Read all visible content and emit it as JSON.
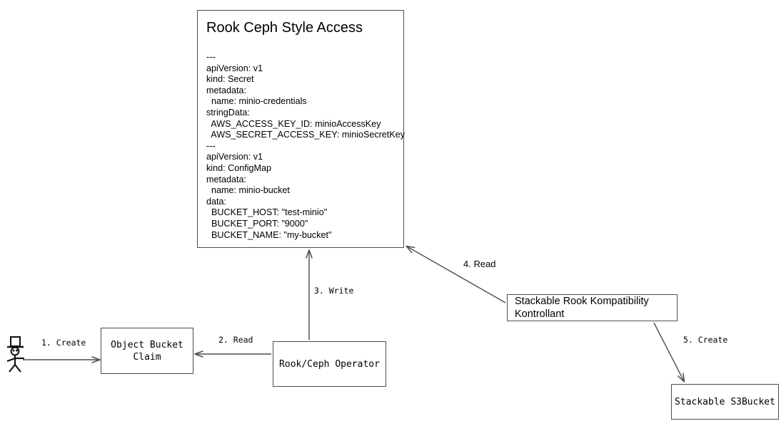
{
  "diagram": {
    "title": "Rook Ceph Style Access",
    "background_color": "#ffffff",
    "stroke_color": "#4d4d4d",
    "text_color": "#000000"
  },
  "yaml_card": {
    "title": "Rook Ceph Style Access",
    "body": "---\napiVersion: v1\nkind: Secret\nmetadata:\n  name: minio-credentials\nstringData:\n  AWS_ACCESS_KEY_ID: minioAccessKey\n  AWS_SECRET_ACCESS_KEY: minioSecretKey\n---\napiVersion: v1\nkind: ConfigMap\nmetadata:\n  name: minio-bucket\ndata:\n  BUCKET_HOST: \"test-minio\"\n  BUCKET_PORT: \"9000\"\n  BUCKET_NAME: \"my-bucket\""
  },
  "nodes": [
    {
      "id": "obc",
      "label": "Object Bucket\nClaim",
      "font": "mono"
    },
    {
      "id": "op",
      "label": "Rook/Ceph Operator",
      "font": "mono"
    },
    {
      "id": "srkk",
      "label": "Stackable Rook Kompatibility Kontrollant",
      "font": "sans"
    },
    {
      "id": "s3",
      "label": "Stackable S3Bucket",
      "font": "mono"
    }
  ],
  "edges": [
    {
      "id": "e1",
      "label": "1. Create",
      "font": "mono",
      "from": "actor",
      "to": "obc"
    },
    {
      "id": "e2",
      "label": "2. Read",
      "font": "mono",
      "from": "op",
      "to": "obc"
    },
    {
      "id": "e3",
      "label": "3. Write",
      "font": "mono",
      "from": "op",
      "to": "yaml_card"
    },
    {
      "id": "e4",
      "label": "4. Read",
      "font": "sans",
      "from": "srkk",
      "to": "yaml_card"
    },
    {
      "id": "e5",
      "label": "5. Create",
      "font": "mono",
      "from": "srkk",
      "to": "s3"
    }
  ],
  "actor": {
    "name": "user-actor",
    "description": "stick-figure-with-top-hat"
  }
}
